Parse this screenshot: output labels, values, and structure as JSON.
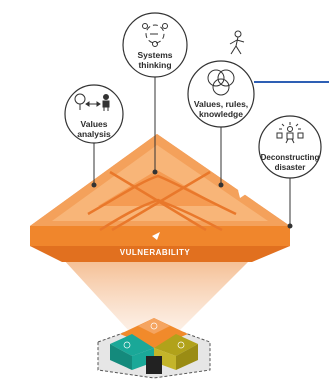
{
  "diagram": {
    "base_label": "VULNERABILITY",
    "nodes": [
      {
        "id": "systems_thinking",
        "label": "Systems\nthinking",
        "icon": "cycle-icon"
      },
      {
        "id": "values_analysis",
        "label": "Values\nanalysis",
        "icon": "tree-person-icon"
      },
      {
        "id": "values_rules_knowledge",
        "label": "Values, rules,\nknowledge",
        "icon": "venn-icon"
      },
      {
        "id": "deconstructing_disaster",
        "label": "Deconstructing\ndisaster",
        "icon": "broken-person-icon"
      }
    ],
    "colors": {
      "orange": "#f18a2b",
      "orange_light": "#f7b27a",
      "orange_dark": "#d9671b",
      "beam": "#f6c9a8",
      "teal": "#1aa898",
      "olive": "#b1a21a",
      "blue_line": "#2e5fb4",
      "circle_stroke": "#333333"
    }
  }
}
